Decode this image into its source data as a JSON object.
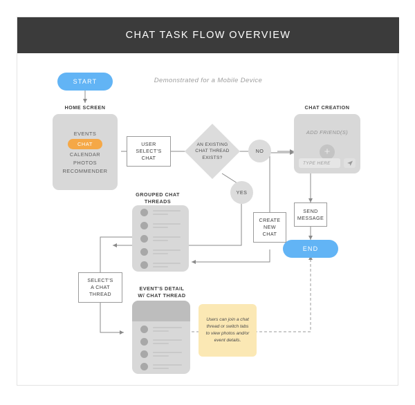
{
  "header": {
    "title": "CHAT TASK FLOW OVERVIEW",
    "subtitle": "Demonstrated for a Mobile Device"
  },
  "colors": {
    "header_bg": "#3b3b3b",
    "accent_blue": "#62b4f5",
    "accent_orange": "#f5a847",
    "panel_gray": "#d8d8d8",
    "note_yellow": "#fbe8b4"
  },
  "nodes": {
    "start": "START",
    "end": "END",
    "home_caption": "HOME SCREEN",
    "home_items": [
      "EVENTS",
      "CHAT",
      "CALENDAR",
      "PHOTOS",
      "RECOMMENDER"
    ],
    "home_selected": "CHAT",
    "user_selects_chat": "USER\nSELECT'S\nCHAT",
    "decision": "AN EXISTING\nCHAT THREAD\nEXISTS?",
    "branch_no": "NO",
    "branch_yes": "YES",
    "chat_creation_caption": "CHAT CREATION",
    "add_friends": "ADD FRIEND(S)",
    "type_here_placeholder": "TYPE HERE",
    "send_message": "SEND\nMESSAGE",
    "create_new_chat": "CREATE\nNEW\nCHAT",
    "grouped_caption": "GROUPED CHAT\nTHREADS",
    "selects_thread": "SELECT'S\nA CHAT\nTHREAD",
    "event_detail_caption": "EVENT'S DETAIL\nW/ CHAT THREAD",
    "note": "Users can join a chat thread or switch tabs to view photos and/or event details."
  },
  "icons": {
    "plus": "plus-icon",
    "send": "send-icon"
  }
}
